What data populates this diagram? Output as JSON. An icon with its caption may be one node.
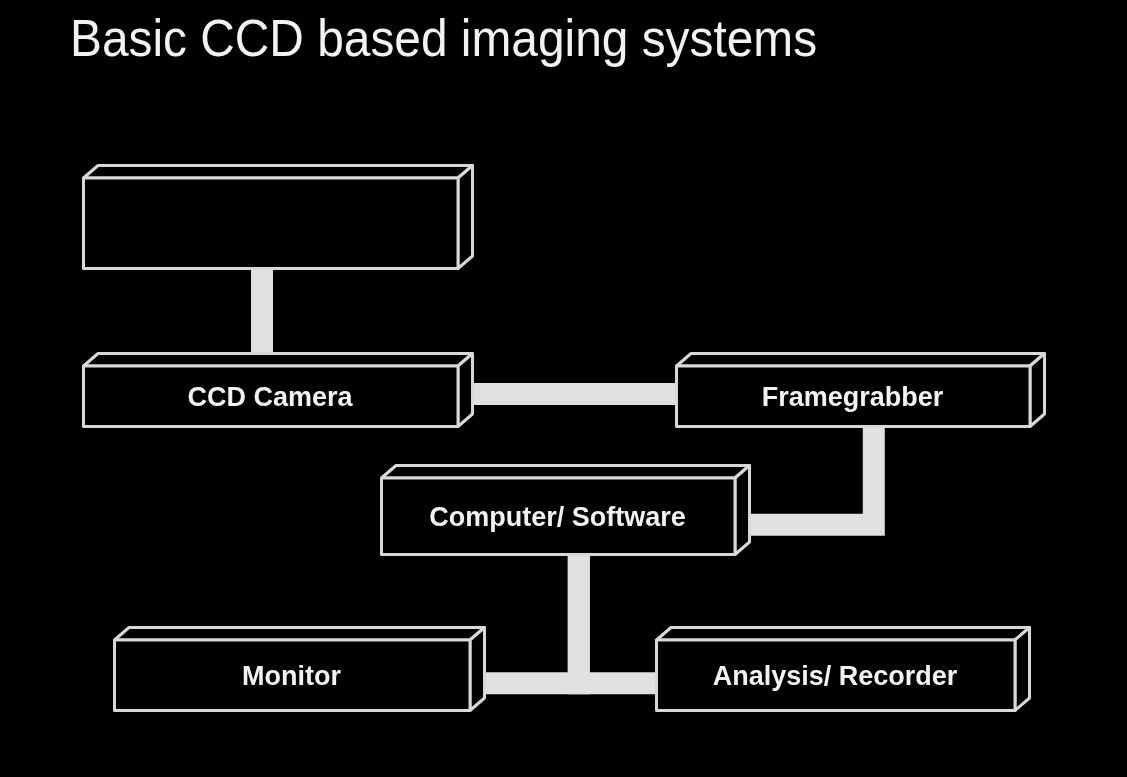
{
  "diagram": {
    "title": "Basic CCD based imaging systems",
    "nodes": [
      {
        "text": [],
        "shape": "box"
      },
      {
        "text": [
          "CCD Camera"
        ]
      },
      {
        "text": [
          "Framegrabber"
        ]
      },
      {
        "text": [
          "Computer/ Software"
        ]
      },
      {
        "text": [
          "Monitor"
        ]
      },
      {
        "text": [
          "Analysis/ Recorder"
        ]
      }
    ],
    "edges": [
      {
        "from": 0,
        "to": 1,
        "arrow": "none"
      },
      {
        "from": 1,
        "to": 2,
        "arrow": "none"
      },
      {
        "from": 2,
        "to": 3,
        "arrow": "none"
      },
      {
        "from": 3,
        "to": 4,
        "arrow": "none"
      },
      {
        "from": 3,
        "to": 5,
        "arrow": "none"
      }
    ]
  }
}
